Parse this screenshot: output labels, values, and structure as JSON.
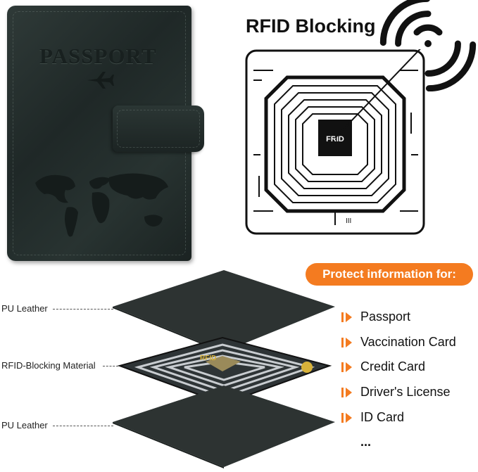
{
  "passport_cover": {
    "title": "PASSPORT"
  },
  "rfid": {
    "title": "RFID Blocking",
    "chip_label": "FRID",
    "card_chip_label": "RFID"
  },
  "layers": [
    {
      "label": "PU Leather"
    },
    {
      "label": "RFID-Blocking Material"
    },
    {
      "label": "PU Leather"
    }
  ],
  "protect": {
    "banner": "Protect information for:",
    "items": [
      "Passport",
      "Vaccination Card",
      "Credit Card",
      "Driver's License",
      "ID Card"
    ],
    "more": "..."
  },
  "colors": {
    "accent": "#f47b20",
    "leather": "#222b2a"
  }
}
